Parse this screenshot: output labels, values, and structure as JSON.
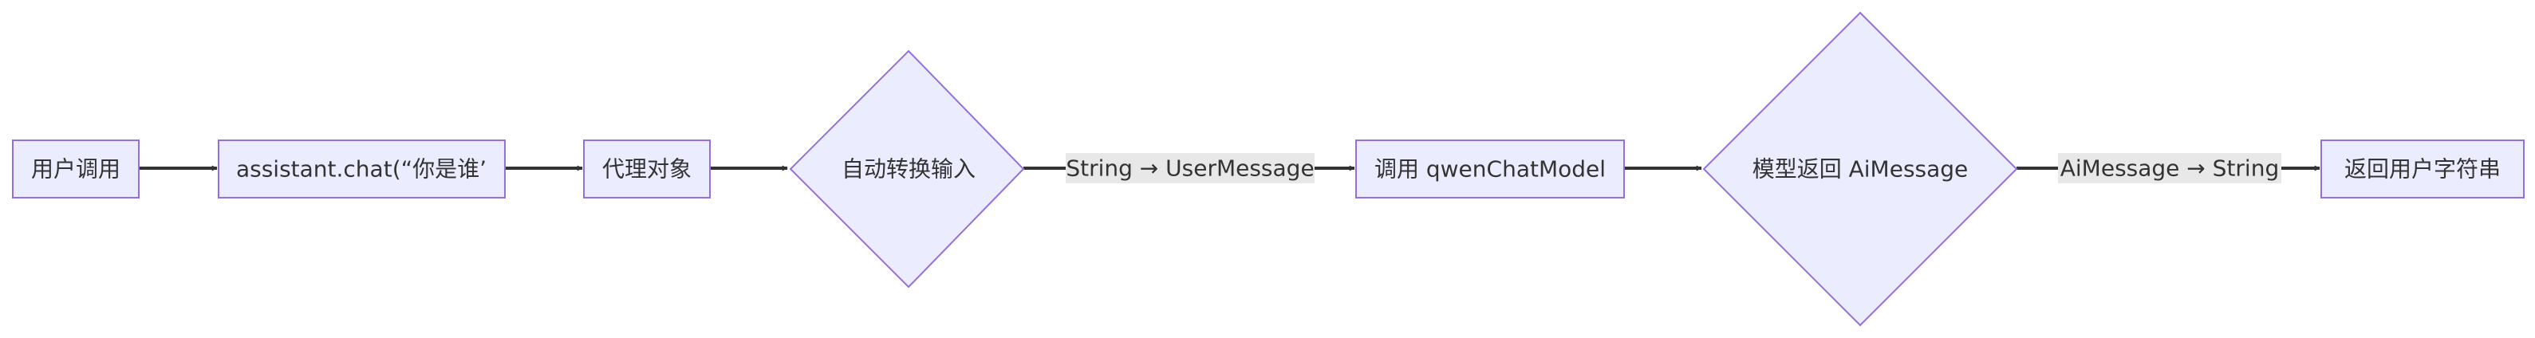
{
  "diagram": {
    "type": "flowchart",
    "direction": "left-to-right",
    "colors": {
      "node_fill": "#ececff",
      "node_stroke": "#9370db",
      "edge_stroke": "#333333",
      "edge_label_bg": "#e8e8e8",
      "text": "#333333"
    },
    "nodes": {
      "user_call": {
        "label": "用户调用",
        "shape": "rectangle"
      },
      "assistant_chat": {
        "label": "assistant.chat(“你是谁’",
        "shape": "rectangle"
      },
      "proxy": {
        "label": "代理对象",
        "shape": "rectangle"
      },
      "auto_convert": {
        "label": "自动转换输入",
        "shape": "diamond"
      },
      "call_model": {
        "label": "调用 qwenChatModel",
        "shape": "rectangle"
      },
      "model_return": {
        "label": "模型返回 AiMessage",
        "shape": "diamond"
      },
      "return_string": {
        "label": "返回用户字符串",
        "shape": "rectangle"
      }
    },
    "edges": [
      {
        "from": "用户调用",
        "to": "assistant.chat(“你是谁’",
        "label": ""
      },
      {
        "from": "assistant.chat(“你是谁’",
        "to": "代理对象",
        "label": ""
      },
      {
        "from": "代理对象",
        "to": "自动转换输入",
        "label": ""
      },
      {
        "from": "自动转换输入",
        "to": "调用 qwenChatModel",
        "label": "String → UserMessage"
      },
      {
        "from": "调用 qwenChatModel",
        "to": "模型返回 AiMessage",
        "label": ""
      },
      {
        "from": "模型返回 AiMessage",
        "to": "返回用户字符串",
        "label": "AiMessage → String"
      }
    ]
  }
}
